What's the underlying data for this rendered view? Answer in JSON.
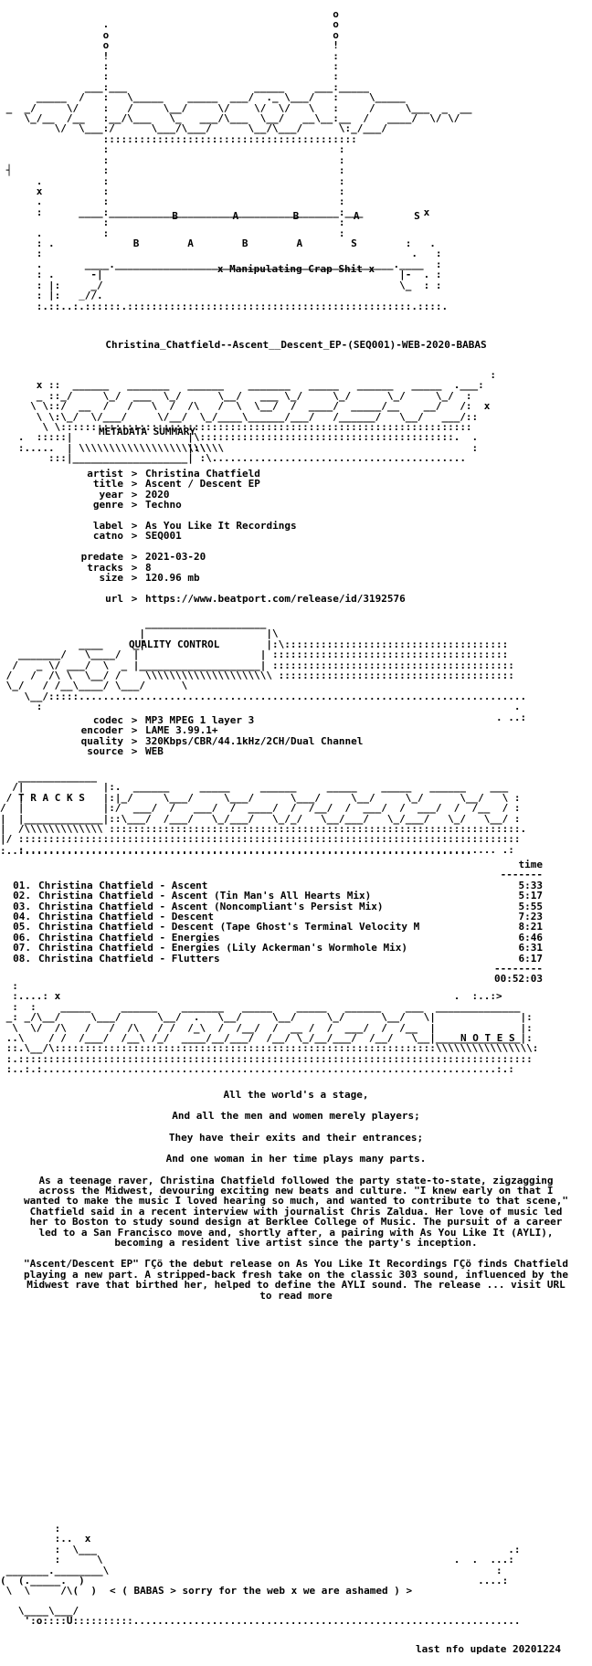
{
  "release_name": "Christina_Chatfield--Ascent__Descent_EP-(SEQ001)-WEB-2020-BABAS",
  "logo": {
    "group_letters": "B         A         B         A         S",
    "tagline": "x Manipulating Crap Shit x"
  },
  "sections": {
    "metadata_title": "METADATA SUMMARY",
    "quality_title": "QUALITY CONTROL",
    "tracks_title": "T R A C K S",
    "notes_title": "N O T E S"
  },
  "metadata": [
    {
      "key": "artist",
      "value": "Christina Chatfield"
    },
    {
      "key": "title",
      "value": "Ascent / Descent EP"
    },
    {
      "key": "year",
      "value": "2020"
    },
    {
      "key": "genre",
      "value": "Techno"
    },
    {
      "key": "",
      "value": ""
    },
    {
      "key": "label",
      "value": "As You Like It Recordings"
    },
    {
      "key": "catno",
      "value": "SEQ001"
    },
    {
      "key": "",
      "value": ""
    },
    {
      "key": "predate",
      "value": "2021-03-20"
    },
    {
      "key": "tracks",
      "value": "8"
    },
    {
      "key": "size",
      "value": "120.96 mb"
    },
    {
      "key": "",
      "value": ""
    },
    {
      "key": "url",
      "value": "https://www.beatport.com/release/id/3192576"
    }
  ],
  "quality": [
    {
      "key": "codec",
      "value": "MP3 MPEG 1 layer 3"
    },
    {
      "key": "encoder",
      "value": "LAME 3.99.1+"
    },
    {
      "key": "quality",
      "value": "320Kbps/CBR/44.1kHz/2CH/Dual Channel"
    },
    {
      "key": "source",
      "value": "WEB"
    }
  ],
  "tracks_header": "time",
  "tracks": [
    {
      "num": "01.",
      "name": "Christina Chatfield - Ascent",
      "time": "5:33"
    },
    {
      "num": "02.",
      "name": "Christina Chatfield - Ascent (Tin Man's All Hearts Mix)",
      "time": "5:17"
    },
    {
      "num": "03.",
      "name": "Christina Chatfield - Ascent (Noncompliant's Persist Mix)",
      "time": "5:55"
    },
    {
      "num": "04.",
      "name": "Christina Chatfield - Descent",
      "time": "7:23"
    },
    {
      "num": "05.",
      "name": "Christina Chatfield - Descent (Tape Ghost's Terminal Velocity M",
      "time": "8:21"
    },
    {
      "num": "06.",
      "name": "Christina Chatfield - Energies",
      "time": "6:46"
    },
    {
      "num": "07.",
      "name": "Christina Chatfield - Energies (Lily Ackerman's Wormhole Mix)",
      "time": "6:31"
    },
    {
      "num": "08.",
      "name": "Christina Chatfield - Flutters",
      "time": "6:17"
    }
  ],
  "total_time": "00:52:03",
  "notes": {
    "poem": [
      "All the world's a stage,",
      "And all the men and women merely players;",
      "They have their exits and their entrances;",
      "And one woman in her time plays many parts."
    ],
    "para1": "As a teenage raver, Christina Chatfield followed the party state-to-state, zigzagging across the Midwest, devouring exciting new beats and culture. \"I knew early on that I wanted to make the music I loved hearing so much, and wanted to contribute to that scene,\" Chatfield said in a recent interview with journalist Chris Zaldua. Her love of music led her to Boston to study sound design at Berklee College of Music. The pursuit of a career led to a San Francisco move and, shortly after, a pairing with As You Like It (AYLI), becoming a resident live artist since the party's inception.",
    "para2": "\"Ascent/Descent EP\" ΓÇö the debut release on As You Like It Recordings ΓÇö finds Chatfield playing a new part. A stripped-back fresh take on the classic 303 sound, influenced by the Midwest rave that birthed her, helped to define the AYLI sound. The release ... visit URL to read more"
  },
  "footer": {
    "tagline": "< ( BABAS > sorry for the web x we are ashamed ) >",
    "last_update": "last nfo update 20201224"
  }
}
